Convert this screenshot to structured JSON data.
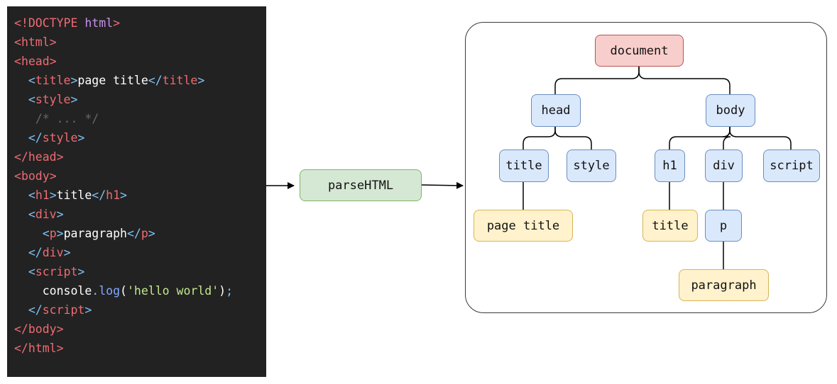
{
  "code": {
    "l01": {
      "open": "<!",
      "name": "DOCTYPE",
      "attr": "html",
      "close": ">"
    },
    "l02": {
      "open": "<",
      "name": "html",
      "close": ">"
    },
    "l03": {
      "open": "<",
      "name": "head",
      "close": ">"
    },
    "l04": {
      "open": "<",
      "name": "title",
      "close": ">",
      "text": "page title",
      "open2": "</",
      "name2": "title",
      "close2": ">"
    },
    "l05": {
      "open": "<",
      "name": "style",
      "close": ">"
    },
    "l06": {
      "comment": "/* ... */"
    },
    "l07": {
      "open": "</",
      "name": "style",
      "close": ">"
    },
    "l08": {
      "open": "</",
      "name": "head",
      "close": ">"
    },
    "l09": {
      "open": "<",
      "name": "body",
      "close": ">"
    },
    "l10": {
      "open": "<",
      "name": "h1",
      "close": ">",
      "text": "title",
      "open2": "</",
      "name2": "h1",
      "close2": ">"
    },
    "l11": {
      "open": "<",
      "name": "div",
      "close": ">"
    },
    "l12": {
      "open": "<",
      "name": "p",
      "close": ">",
      "text": "paragraph",
      "open2": "</",
      "name2": "p",
      "close2": ">"
    },
    "l13": {
      "open": "</",
      "name": "div",
      "close": ">"
    },
    "l14": {
      "open": "<",
      "name": "script",
      "close": ">"
    },
    "l15": {
      "obj": "console",
      "dot": ".",
      "fn": "log",
      "paren_open": "(",
      "str": "'hello world'",
      "paren_close": ")",
      "semi": ";"
    },
    "l16": {
      "open": "</",
      "name": "script",
      "close": ">"
    },
    "l17": {
      "open": "</",
      "name": "body",
      "close": ">"
    },
    "l18": {
      "open": "</",
      "name": "html",
      "close": ">"
    }
  },
  "process": {
    "label": "parseHTML"
  },
  "tree": {
    "document": "document",
    "head": "head",
    "body": "body",
    "title": "title",
    "style": "style",
    "h1": "h1",
    "div": "div",
    "script": "script",
    "page_title_text": "page title",
    "h1_text": "title",
    "p": "p",
    "paragraph_text": "paragraph"
  },
  "colors": {
    "code_background": "#222222",
    "element_node_fill": "#dae8fc",
    "element_node_stroke": "#6c8ebf",
    "text_node_fill": "#fff2cc",
    "text_node_stroke": "#d6b656",
    "document_node_fill": "#f8cecc",
    "document_node_stroke": "#b85450",
    "process_fill": "#d5e8d4",
    "process_stroke": "#82b366"
  }
}
